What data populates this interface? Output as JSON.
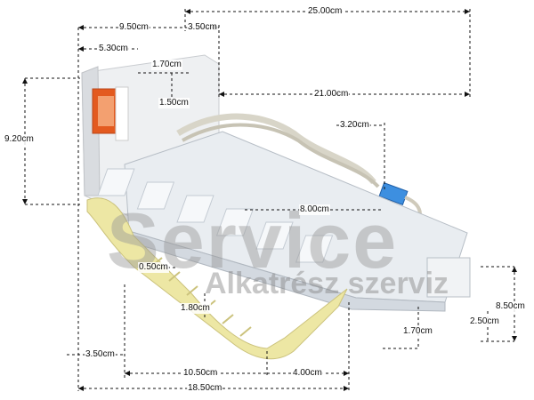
{
  "watermark": {
    "main": "Service",
    "sub": "Alkatrész szerviz"
  },
  "dimensions": {
    "top_25": "25.00cm",
    "top_9_5": "9.50cm",
    "top_3_5": "3.50cm",
    "top_5_3": "5.30cm",
    "mid_1_7": "1.70cm",
    "mid_1_5": "1.50cm",
    "mid_21": "21.00cm",
    "left_9_2": "9.20cm",
    "mid_3_2": "3.20cm",
    "mid_8": "8.00cm",
    "handle_0_5": "0.50cm",
    "handle_1_8": "1.80cm",
    "right_8_5": "8.50cm",
    "right_2_5": "2.50cm",
    "right_1_7": "1.70cm",
    "bottom_3_5": "3.50cm",
    "bottom_10_5": "10.50cm",
    "bottom_4": "4.00cm",
    "bottom_18_5": "18.50cm"
  },
  "colors": {
    "dimension_line": "#111111",
    "handle": "#ede7a4",
    "plastic": "#f4f5f6",
    "tray": "#e9edf1",
    "label_sticker": "#e35a1f",
    "connector": "#3d8fe0"
  }
}
